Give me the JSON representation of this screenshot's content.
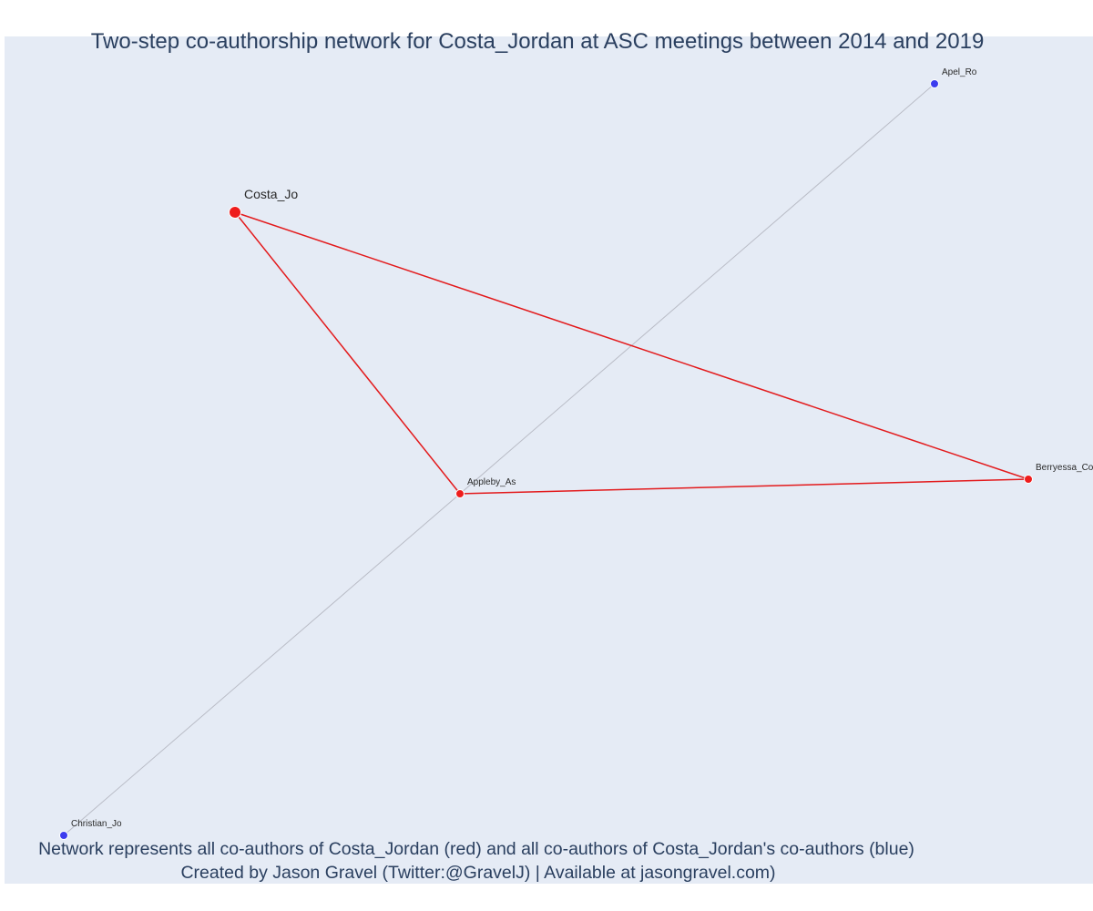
{
  "title": "Two-step co-authorship network for Costa_Jordan at ASC meetings between 2014 and 2019",
  "caption": {
    "line1": "Network represents all co-authors of Costa_Jordan (red) and all co-authors of Costa_Jordan's co-authors (blue)",
    "line2": "Created by Jason Gravel (Twitter:@GravelJ) | Available at jasongravel.com)"
  },
  "colors": {
    "background": "#e5ebf5",
    "first_degree": "#ee1c1c",
    "second_degree": "#3c3cee",
    "first_degree_edge": "#e31a1c",
    "second_degree_edge": "#b9bcc6"
  },
  "network": {
    "nodes": [
      {
        "id": "costa",
        "label": "Costa_Jo",
        "group": "focal"
      },
      {
        "id": "appleby",
        "label": "Appleby_As",
        "group": "first_degree"
      },
      {
        "id": "berryessa",
        "label": "Berryessa_Co",
        "group": "first_degree"
      },
      {
        "id": "apel",
        "label": "Apel_Ro",
        "group": "second_degree"
      },
      {
        "id": "christian",
        "label": "Christian_Jo",
        "group": "second_degree"
      }
    ],
    "edges": [
      {
        "source": "costa",
        "target": "appleby",
        "type": "first_degree"
      },
      {
        "source": "costa",
        "target": "berryessa",
        "type": "first_degree"
      },
      {
        "source": "appleby",
        "target": "berryessa",
        "type": "first_degree"
      },
      {
        "source": "appleby",
        "target": "apel",
        "type": "second_degree"
      },
      {
        "source": "appleby",
        "target": "christian",
        "type": "second_degree"
      }
    ]
  }
}
